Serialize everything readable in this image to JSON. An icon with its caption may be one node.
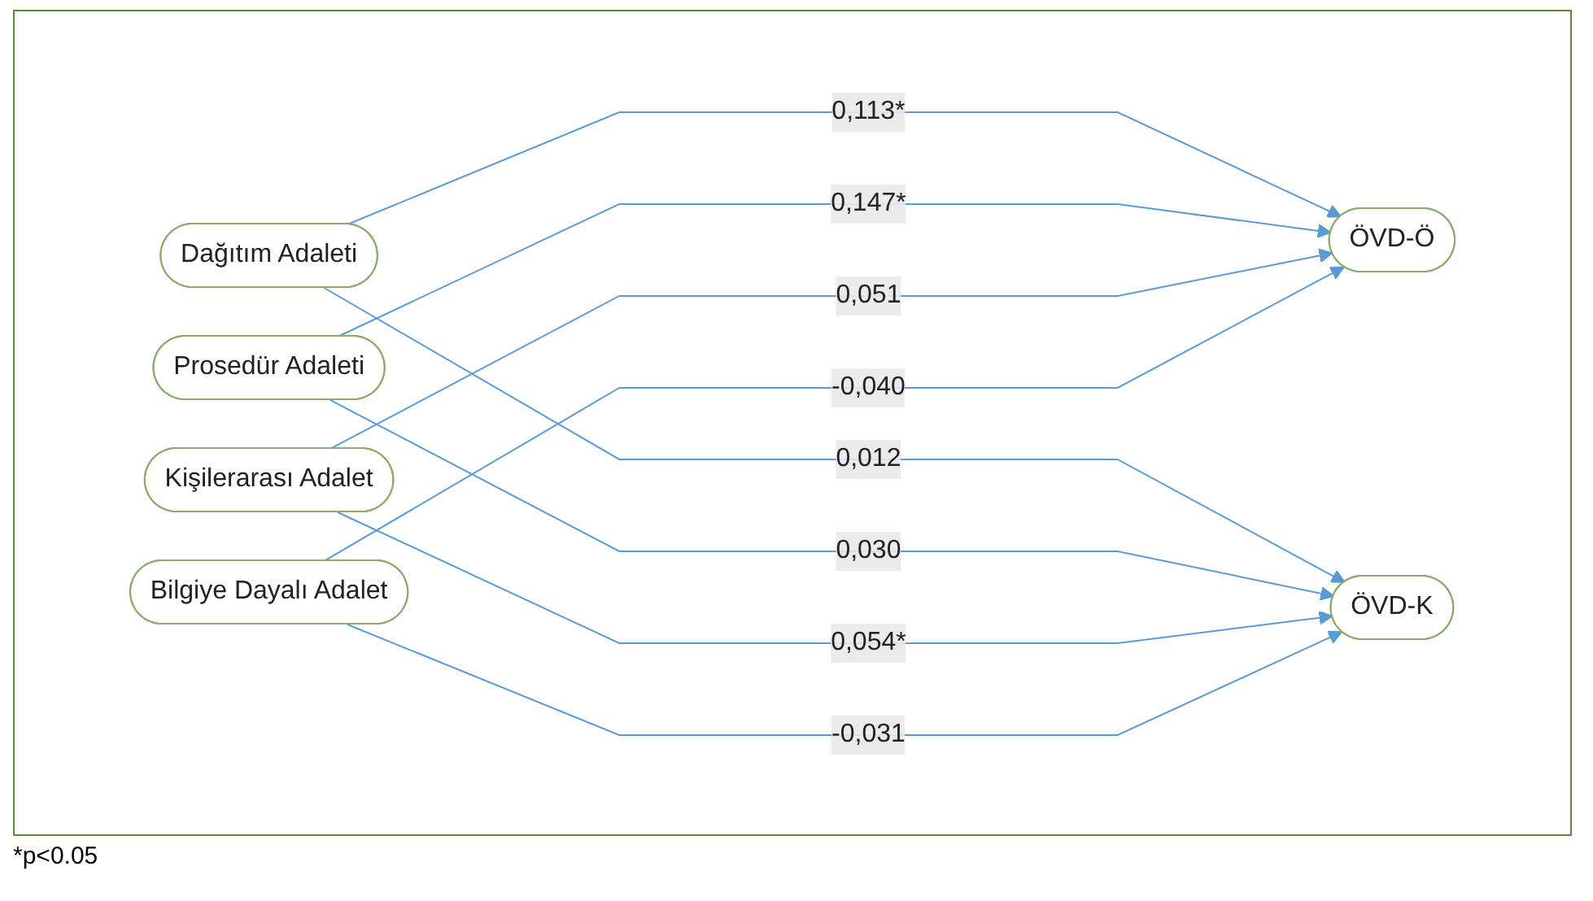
{
  "diagram": {
    "nodes": [
      {
        "text": [
          "Dağıtım Adaleti"
        ]
      },
      {
        "text": [
          "Prosedür Adaleti"
        ]
      },
      {
        "text": [
          "Kişilerarası Adalet"
        ]
      },
      {
        "text": [
          "Bilgiye Dayalı Adalet"
        ]
      },
      {
        "text": [
          "ÖVD-Ö"
        ]
      },
      {
        "text": [
          "ÖVD-K"
        ]
      }
    ],
    "edges": [
      {
        "from": 0,
        "to": 4,
        "arrow": "to",
        "label": "0,113*"
      },
      {
        "from": 0,
        "to": 5,
        "arrow": "to",
        "label": "0,012"
      },
      {
        "from": 1,
        "to": 4,
        "arrow": "to",
        "label": "0,147*"
      },
      {
        "from": 1,
        "to": 5,
        "arrow": "to",
        "label": "0,030"
      },
      {
        "from": 2,
        "to": 4,
        "arrow": "to",
        "label": "0,051"
      },
      {
        "from": 2,
        "to": 5,
        "arrow": "to",
        "label": "0,054*"
      },
      {
        "from": 3,
        "to": 4,
        "arrow": "to",
        "label": "-0,040"
      },
      {
        "from": 3,
        "to": 5,
        "arrow": "to",
        "label": "-0,031"
      }
    ],
    "labels": [
      "*p<0.05"
    ]
  }
}
